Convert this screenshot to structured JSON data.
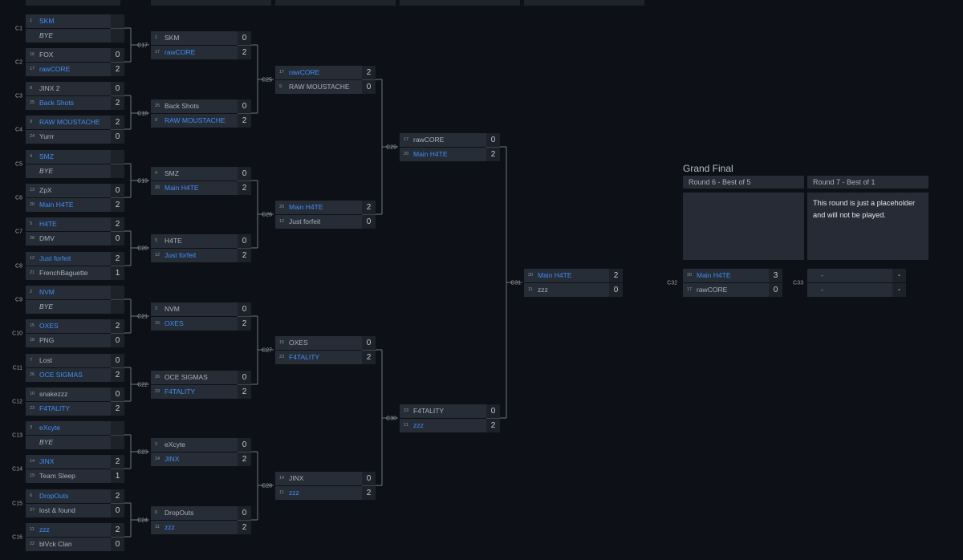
{
  "matches": [
    {
      "id": "C1",
      "p1": {
        "seed": "1",
        "name": "SKM",
        "score": "",
        "win": true
      },
      "p2": {
        "seed": "",
        "name": "BYE",
        "score": "",
        "bye": true
      }
    },
    {
      "id": "C2",
      "p1": {
        "seed": "16",
        "name": "FOX",
        "score": "0"
      },
      "p2": {
        "seed": "17",
        "name": "rawCORE",
        "score": "2",
        "win": true
      }
    },
    {
      "id": "C3",
      "p1": {
        "seed": "8",
        "name": "JINX 2",
        "score": "0"
      },
      "p2": {
        "seed": "25",
        "name": "Back Shots",
        "score": "2",
        "win": true
      }
    },
    {
      "id": "C4",
      "p1": {
        "seed": "9",
        "name": "RAW MOUSTACHE",
        "score": "2",
        "win": true
      },
      "p2": {
        "seed": "24",
        "name": "Yurrr",
        "score": "0"
      }
    },
    {
      "id": "C5",
      "p1": {
        "seed": "4",
        "name": "SMZ",
        "score": "",
        "win": true
      },
      "p2": {
        "seed": "",
        "name": "BYE",
        "score": "",
        "bye": true
      }
    },
    {
      "id": "C6",
      "p1": {
        "seed": "13",
        "name": "ZpX",
        "score": "0"
      },
      "p2": {
        "seed": "20",
        "name": "Main H4TE",
        "score": "2",
        "win": true
      }
    },
    {
      "id": "C7",
      "p1": {
        "seed": "5",
        "name": "H4TE",
        "score": "2",
        "win": true
      },
      "p2": {
        "seed": "28",
        "name": "DMV",
        "score": "0"
      }
    },
    {
      "id": "C8",
      "p1": {
        "seed": "12",
        "name": "Just forfeit",
        "score": "2",
        "win": true
      },
      "p2": {
        "seed": "21",
        "name": "FrenchBaguette",
        "score": "1"
      }
    },
    {
      "id": "C9",
      "p1": {
        "seed": "2",
        "name": "NVM",
        "score": "",
        "win": true
      },
      "p2": {
        "seed": "",
        "name": "BYE",
        "score": "",
        "bye": true
      }
    },
    {
      "id": "C10",
      "p1": {
        "seed": "15",
        "name": "OXES",
        "score": "2",
        "win": true
      },
      "p2": {
        "seed": "18",
        "name": "PNG",
        "score": "0"
      }
    },
    {
      "id": "C11",
      "p1": {
        "seed": "7",
        "name": "Lost",
        "score": "0"
      },
      "p2": {
        "seed": "26",
        "name": "OCE SIGMAS",
        "score": "2",
        "win": true
      }
    },
    {
      "id": "C12",
      "p1": {
        "seed": "10",
        "name": "snakezzz",
        "score": "0"
      },
      "p2": {
        "seed": "23",
        "name": "F4TALITY",
        "score": "2",
        "win": true
      }
    },
    {
      "id": "C13",
      "p1": {
        "seed": "3",
        "name": "eXcyte",
        "score": "",
        "win": true
      },
      "p2": {
        "seed": "",
        "name": "BYE",
        "score": "",
        "bye": true
      }
    },
    {
      "id": "C14",
      "p1": {
        "seed": "14",
        "name": "JINX",
        "score": "2",
        "win": true
      },
      "p2": {
        "seed": "19",
        "name": "Team Sleep",
        "score": "1"
      }
    },
    {
      "id": "C15",
      "p1": {
        "seed": "6",
        "name": "DropOuts",
        "score": "2",
        "win": true
      },
      "p2": {
        "seed": "27",
        "name": "lost & found",
        "score": "0"
      }
    },
    {
      "id": "C16",
      "p1": {
        "seed": "11",
        "name": "zzz",
        "score": "2",
        "win": true
      },
      "p2": {
        "seed": "22",
        "name": "blVck Clan",
        "score": "0"
      }
    },
    {
      "id": "C17",
      "p1": {
        "seed": "1",
        "name": "SKM",
        "score": "0"
      },
      "p2": {
        "seed": "17",
        "name": "rawCORE",
        "score": "2",
        "win": true
      }
    },
    {
      "id": "C18",
      "p1": {
        "seed": "25",
        "name": "Back Shots",
        "score": "0"
      },
      "p2": {
        "seed": "9",
        "name": "RAW MOUSTACHE",
        "score": "2",
        "win": true
      }
    },
    {
      "id": "C19",
      "p1": {
        "seed": "4",
        "name": "SMZ",
        "score": "0"
      },
      "p2": {
        "seed": "20",
        "name": "Main H4TE",
        "score": "2",
        "win": true
      }
    },
    {
      "id": "C20",
      "p1": {
        "seed": "5",
        "name": "H4TE",
        "score": "0"
      },
      "p2": {
        "seed": "12",
        "name": "Just forfeit",
        "score": "2",
        "win": true
      }
    },
    {
      "id": "C21",
      "p1": {
        "seed": "2",
        "name": "NVM",
        "score": "0"
      },
      "p2": {
        "seed": "15",
        "name": "OXES",
        "score": "2",
        "win": true
      }
    },
    {
      "id": "C22",
      "p1": {
        "seed": "26",
        "name": "OCE SIGMAS",
        "score": "0"
      },
      "p2": {
        "seed": "23",
        "name": "F4TALITY",
        "score": "2",
        "win": true
      }
    },
    {
      "id": "C23",
      "p1": {
        "seed": "3",
        "name": "eXcyte",
        "score": "0"
      },
      "p2": {
        "seed": "14",
        "name": "JINX",
        "score": "2",
        "win": true
      }
    },
    {
      "id": "C24",
      "p1": {
        "seed": "6",
        "name": "DropOuts",
        "score": "0"
      },
      "p2": {
        "seed": "11",
        "name": "zzz",
        "score": "2",
        "win": true
      }
    },
    {
      "id": "C25",
      "p1": {
        "seed": "17",
        "name": "rawCORE",
        "score": "2",
        "win": true
      },
      "p2": {
        "seed": "9",
        "name": "RAW MOUSTACHE",
        "score": "0"
      }
    },
    {
      "id": "C26",
      "p1": {
        "seed": "20",
        "name": "Main H4TE",
        "score": "2",
        "win": true
      },
      "p2": {
        "seed": "12",
        "name": "Just forfeit",
        "score": "0"
      }
    },
    {
      "id": "C27",
      "p1": {
        "seed": "15",
        "name": "OXES",
        "score": "0"
      },
      "p2": {
        "seed": "23",
        "name": "F4TALITY",
        "score": "2",
        "win": true
      }
    },
    {
      "id": "C28",
      "p1": {
        "seed": "14",
        "name": "JINX",
        "score": "0"
      },
      "p2": {
        "seed": "11",
        "name": "zzz",
        "score": "2",
        "win": true
      }
    },
    {
      "id": "C29",
      "p1": {
        "seed": "17",
        "name": "rawCORE",
        "score": "0"
      },
      "p2": {
        "seed": "20",
        "name": "Main H4TE",
        "score": "2",
        "win": true
      }
    },
    {
      "id": "C30",
      "p1": {
        "seed": "23",
        "name": "F4TALITY",
        "score": "0"
      },
      "p2": {
        "seed": "11",
        "name": "zzz",
        "score": "2",
        "win": true
      }
    },
    {
      "id": "C31",
      "p1": {
        "seed": "20",
        "name": "Main H4TE",
        "score": "2",
        "win": true
      },
      "p2": {
        "seed": "11",
        "name": "zzz",
        "score": "0"
      }
    },
    {
      "id": "C32",
      "p1": {
        "seed": "20",
        "name": "Main H4TE",
        "score": "3",
        "win": true
      },
      "p2": {
        "seed": "17",
        "name": "rawCORE",
        "score": "0"
      }
    },
    {
      "id": "C33",
      "p1": {
        "seed": "",
        "name": "-",
        "score": "-"
      },
      "p2": {
        "seed": "",
        "name": "-",
        "score": "-"
      }
    }
  ],
  "grand_final": {
    "title": "Grand Final",
    "round6": "Round 6 - Best of 5",
    "round7": "Round 7 - Best of 1",
    "note": "This round is just a placeholder and will not be played."
  },
  "colors": {
    "background": "#0d1016",
    "row": "#272d37",
    "winner": "#3f8ef5",
    "line": "#6e7580"
  }
}
